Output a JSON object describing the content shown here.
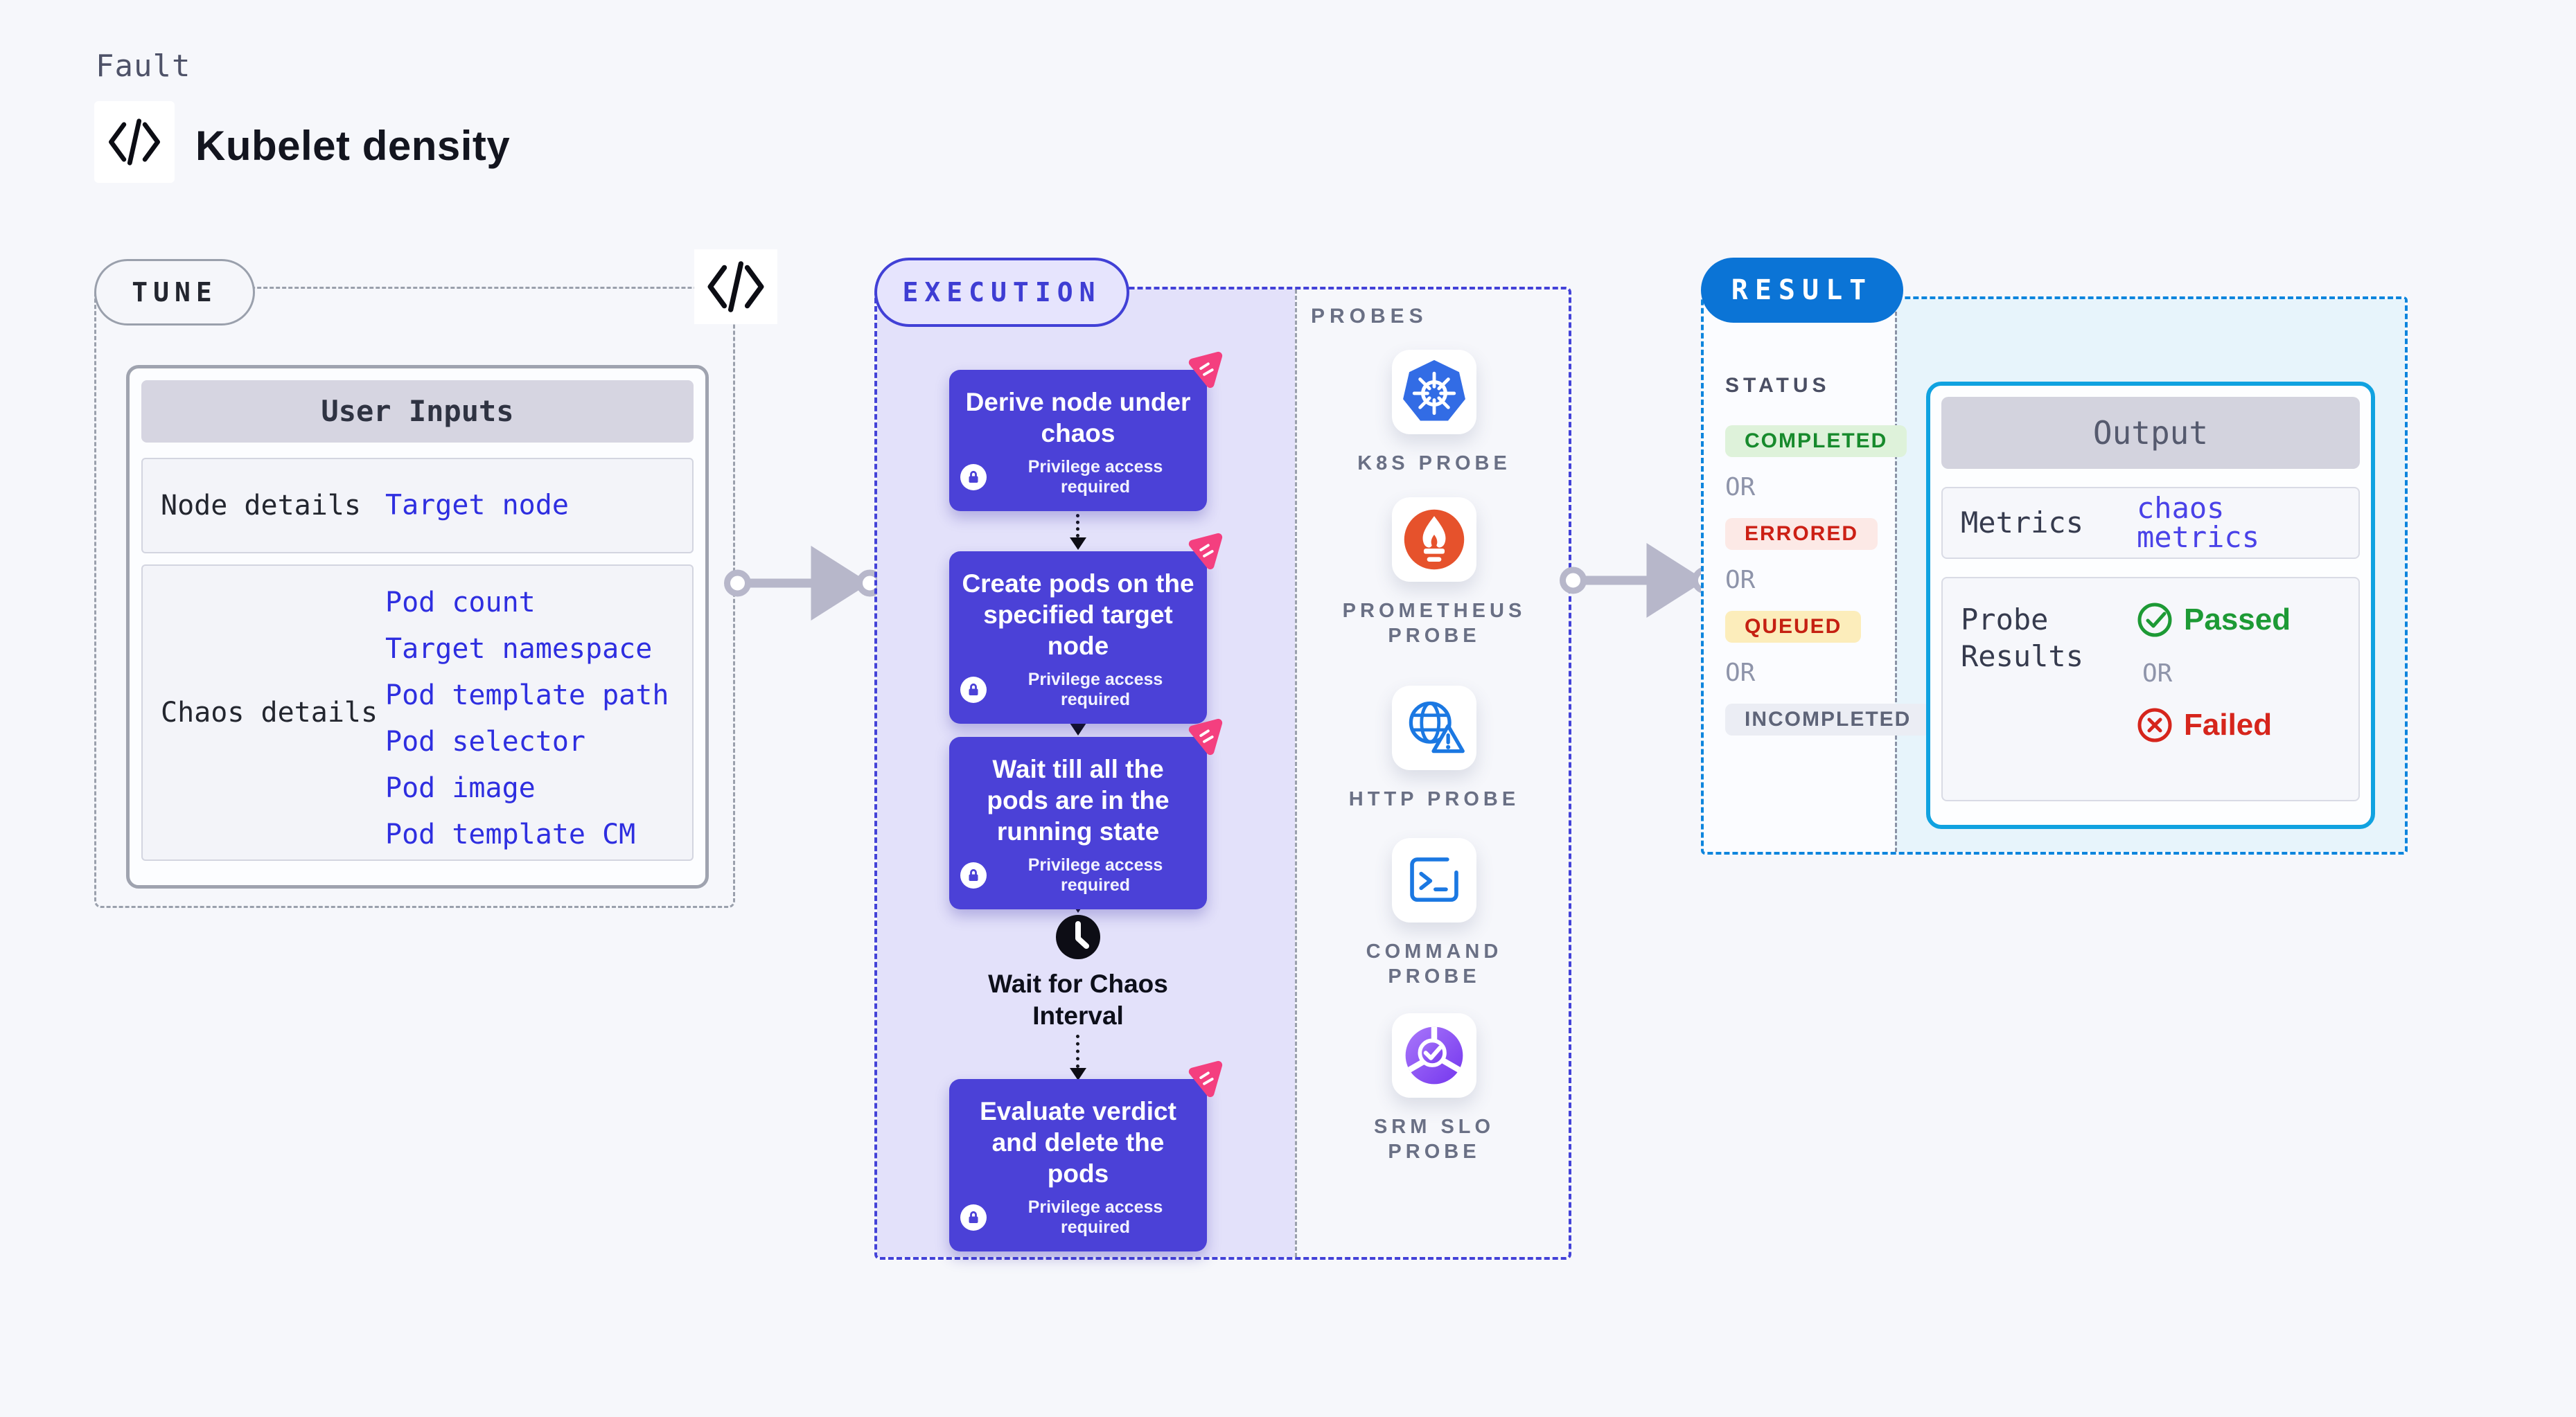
{
  "page": {
    "kicker": "Fault",
    "title": "Kubelet density"
  },
  "tune": {
    "badge": "TUNE",
    "table": {
      "header": "User Inputs",
      "rows": [
        {
          "label": "Node details",
          "links": [
            "Target node"
          ]
        },
        {
          "label": "Chaos details",
          "links": [
            "Pod count",
            "Target namespace",
            "Pod template path",
            "Pod selector",
            "Pod image",
            "Pod template CM"
          ]
        }
      ]
    }
  },
  "execution": {
    "badge": "EXECUTION",
    "steps": [
      {
        "title": "Derive node under chaos",
        "note": "Privilege access required"
      },
      {
        "title": "Create pods on the specified target node",
        "note": "Privilege access required"
      },
      {
        "title": "Wait till all the pods are in the running state",
        "note": "Privilege access required"
      },
      {
        "title": "Evaluate verdict and delete the pods",
        "note": "Privilege access required"
      }
    ],
    "wait_label": "Wait for Chaos Interval"
  },
  "probes": {
    "heading": "PROBES",
    "items": [
      {
        "label": "K8S PROBE",
        "icon": "kubernetes-icon"
      },
      {
        "label": "PROMETHEUS PROBE",
        "icon": "prometheus-icon"
      },
      {
        "label": "HTTP PROBE",
        "icon": "http-globe-icon"
      },
      {
        "label": "COMMAND PROBE",
        "icon": "terminal-icon"
      },
      {
        "label": "SRM SLO PROBE",
        "icon": "slo-pie-icon"
      }
    ]
  },
  "result": {
    "badge": "RESULT",
    "status_heading": "STATUS",
    "or_label": "OR",
    "statuses": [
      {
        "label": "COMPLETED",
        "fg": "#178a2c",
        "bg": "#def2da"
      },
      {
        "label": "ERRORED",
        "fg": "#cc2015",
        "bg": "#fce9e6"
      },
      {
        "label": "QUEUED",
        "fg": "#c52112",
        "bg": "#fcedbb"
      },
      {
        "label": "INCOMPLETED",
        "fg": "#5e6478",
        "bg": "#ebedf4"
      }
    ],
    "output": {
      "header": "Output",
      "metrics_label": "Metrics",
      "metrics_value": "chaos metrics",
      "probe_results_label": "Probe Results",
      "passed": "Passed",
      "or_label": "OR",
      "failed": "Failed"
    }
  },
  "colors": {
    "page_bg": "#f6f7fb",
    "accent_indigo": "#4b41d7",
    "execution_panel": "#e3e1fa",
    "execution_border": "#4342d8",
    "result_border": "#0d85dd",
    "result_pill": "#0b74d6",
    "result_panel": "#e7f4fb",
    "output_border": "#10a2e0",
    "link_blue": "#2e2ee0",
    "passed_green": "#1d9a35",
    "failed_red": "#d6251c",
    "k8s_blue": "#326ce5",
    "prometheus_orange": "#e6522c",
    "srm_purple": "#8b4bf2",
    "litmus_pink": "#f43f7f",
    "arrow_gray": "#b7b7ca"
  }
}
